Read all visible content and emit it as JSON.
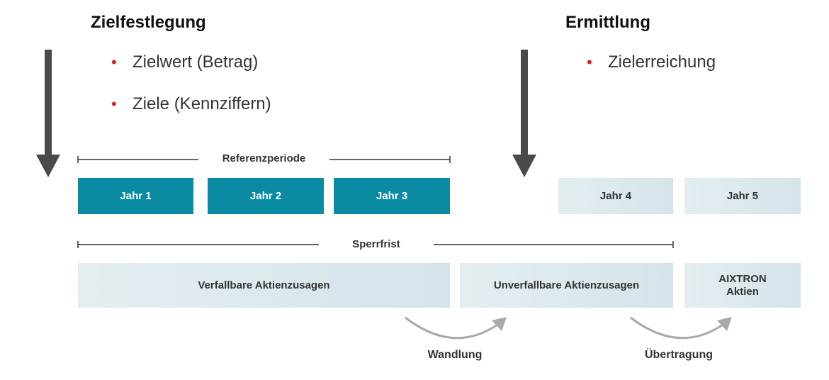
{
  "headings": {
    "left": "Zielfestlegung",
    "right": "Ermittlung"
  },
  "left_bullets": [
    "Zielwert (Betrag)",
    "Ziele (Kennziffern)"
  ],
  "right_bullets": [
    "Zielerreichung"
  ],
  "bullet_symbol": "•",
  "spans": {
    "referenzperiode": "Referenzperiode",
    "sperrfrist": "Sperrfrist"
  },
  "years": {
    "jahr1": "Jahr 1",
    "jahr2": "Jahr 2",
    "jahr3": "Jahr 3",
    "jahr4": "Jahr 4",
    "jahr5": "Jahr 5"
  },
  "stages": {
    "verfallbar": "Verfallbare Aktienzusagen",
    "unverfallbar": "Unverfallbare Aktienzusagen",
    "aktien_line1": "AIXTRON",
    "aktien_line2": "Aktien"
  },
  "transitions": {
    "wandlung": "Wandlung",
    "uebertragung": "Übertragung"
  },
  "colors": {
    "active_year": "#0a8ba3",
    "inactive_fill": "#dde9ed",
    "bullet": "#d01f2a",
    "big_arrow": "#4a4a4a",
    "curve_arrow": "#a9a9a9"
  }
}
